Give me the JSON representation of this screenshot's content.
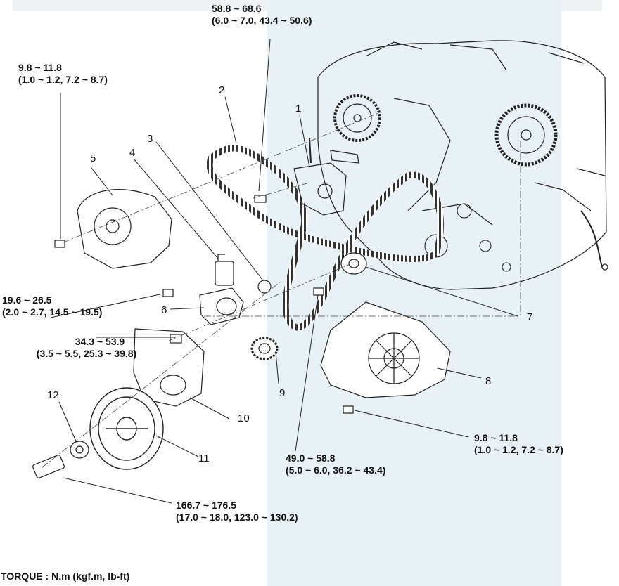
{
  "callouts": {
    "c1": "1",
    "c2": "2",
    "c3": "3",
    "c4": "4",
    "c5": "5",
    "c6": "6",
    "c7": "7",
    "c8": "8",
    "c9": "9",
    "c10": "10",
    "c11": "11",
    "c12": "12"
  },
  "torques": {
    "top_center": {
      "line1": "58.8 ~ 68.6",
      "line2": "(6.0 ~ 7.0, 43.4 ~ 50.6)"
    },
    "top_left": {
      "line1": "9.8 ~ 11.8",
      "line2": "(1.0 ~ 1.2, 7.2 ~ 8.7)"
    },
    "mid_left_a": {
      "line1": "19.6 ~ 26.5",
      "line2": "(2.0 ~ 2.7, 14.5 ~ 19.5)"
    },
    "mid_left_b": {
      "line1": "34.3 ~ 53.9",
      "line2": "(3.5 ~ 5.5, 25.3 ~ 39.8)"
    },
    "bottom_right": {
      "line1": "9.8 ~ 11.8",
      "line2": "(1.0 ~ 1.2, 7.2 ~ 8.7)"
    },
    "bottom_center": {
      "line1": "49.0 ~ 58.8",
      "line2": "(5.0 ~ 6.0, 36.2 ~ 43.4)"
    },
    "crank_bolt": {
      "line1": "166.7 ~ 176.5",
      "line2": "(17.0 ~ 18.0, 123.0 ~ 130.2)"
    }
  },
  "footer": {
    "units_note": "TORQUE : N.m (kgf.m, lb-ft)"
  }
}
